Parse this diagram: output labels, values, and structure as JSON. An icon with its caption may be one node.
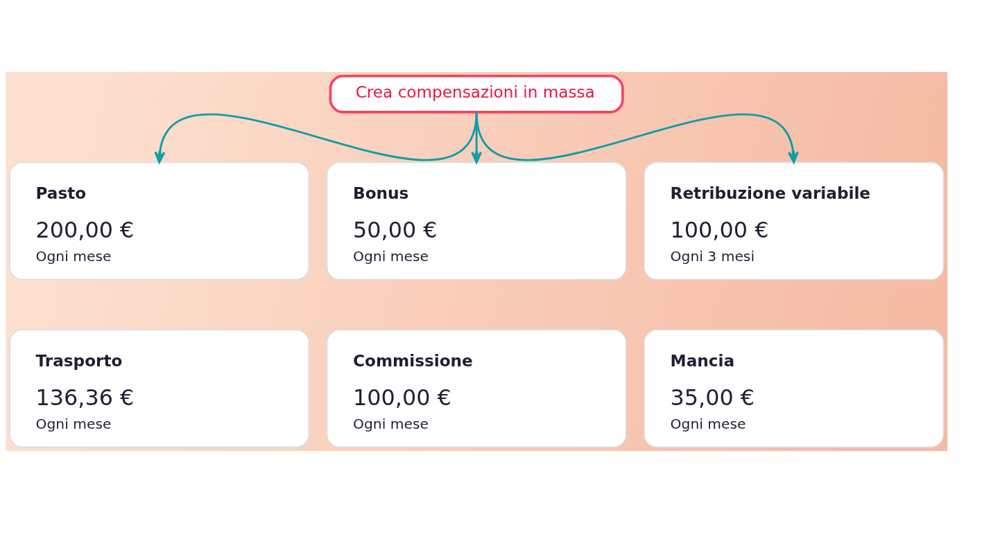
{
  "diagram": {
    "nodes": [
      {
        "text": [
          "Crea compensazioni in massa"
        ]
      },
      {
        "text": [
          "Pasto",
          "200,00 €",
          "Ogni mese"
        ]
      },
      {
        "text": [
          "Bonus",
          "50,00 €",
          "Ogni mese"
        ]
      },
      {
        "text": [
          "Retribuzione variabile",
          "100,00 €",
          "Ogni 3 mesi"
        ]
      },
      {
        "text": [
          "Trasporto",
          "136,36 €",
          "Ogni mese"
        ]
      },
      {
        "text": [
          "Commissione",
          "100,00 €",
          "Ogni mese"
        ]
      },
      {
        "text": [
          "Mancia",
          "35,00 €",
          "Ogni mese"
        ]
      }
    ],
    "edges": [
      {
        "from": 0,
        "to": 1,
        "arrow": "to"
      },
      {
        "from": 0,
        "to": 2,
        "arrow": "to"
      },
      {
        "from": 0,
        "to": 3,
        "arrow": "to"
      }
    ]
  }
}
